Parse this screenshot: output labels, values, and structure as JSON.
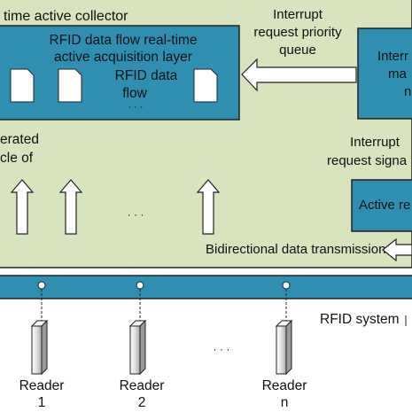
{
  "collector": {
    "title": "time active collector",
    "layer_line1": "RFID data flow real-time",
    "layer_line2": "active acquisition layer",
    "data_flow_line1": "RFID data",
    "data_flow_line2": "flow",
    "dots": "· · ·"
  },
  "interrupt_queue": {
    "line1": "Interrupt",
    "line2": "request priority",
    "line3": "queue"
  },
  "right_box": {
    "line1": "Interr",
    "line2": "ma",
    "line3": "n"
  },
  "left_text": {
    "line1": "erated",
    "line2": "cle of"
  },
  "interrupt_signal": {
    "line1": "Interrupt",
    "line2": "request signa"
  },
  "active_box": {
    "label": "Active re"
  },
  "arrow_dots": "· · ·",
  "bidirectional": "Bidirectional data transmission",
  "system_label": "RFID system",
  "reader_dots": "· · ·",
  "readers": [
    {
      "name": "Reader",
      "index": "1"
    },
    {
      "name": "Reader",
      "index": "2"
    },
    {
      "name": "Reader",
      "index": "n"
    }
  ],
  "colors": {
    "panel_fill": "#d7e4bd",
    "box_fill": "#2e8fb0",
    "bus_fill": "#2e8fb0",
    "stroke": "#222222"
  }
}
